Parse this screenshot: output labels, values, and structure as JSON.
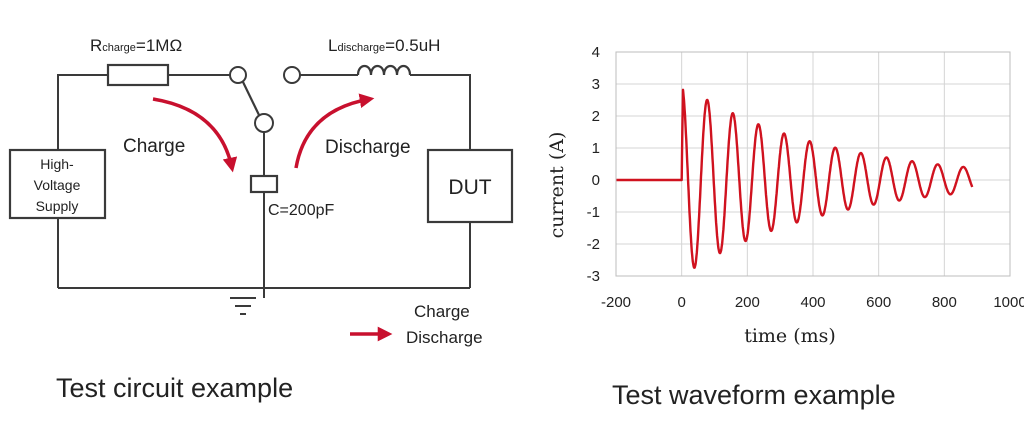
{
  "circuit": {
    "resistor": {
      "prefix": "R",
      "subscript": "charge",
      "value": "=1MΩ"
    },
    "inductor": {
      "prefix": "L",
      "subscript": "discharge",
      "value": "=0.5uH"
    },
    "capacitor_label": "C=200pF",
    "supply_lines": [
      "High-",
      "Voltage",
      "Supply"
    ],
    "dut_label": "DUT",
    "charge_label": "Charge",
    "discharge_label": "Discharge",
    "legend": {
      "line1": "Charge",
      "line2": "Discharge"
    },
    "caption": "Test circuit example",
    "colors": {
      "wire": "#3a3a3a",
      "arrow": "#c8102e"
    }
  },
  "chart_data": {
    "type": "line",
    "xlabel": "time (ms)",
    "ylabel": "current (A)",
    "xlim": [
      -200,
      1000
    ],
    "ylim": [
      -3,
      4
    ],
    "x_plot_range": [
      -200,
      900
    ],
    "xticks": [
      -200,
      0,
      200,
      400,
      600,
      800,
      1000
    ],
    "yticks": [
      -3,
      -2,
      -1,
      0,
      1,
      2,
      3,
      4
    ],
    "grid": true,
    "waveform": {
      "onset": 0,
      "peak": 3.0,
      "period": 78,
      "decay_time": 430,
      "end": 885
    },
    "color": "#d0121f",
    "caption": "Test waveform example"
  }
}
